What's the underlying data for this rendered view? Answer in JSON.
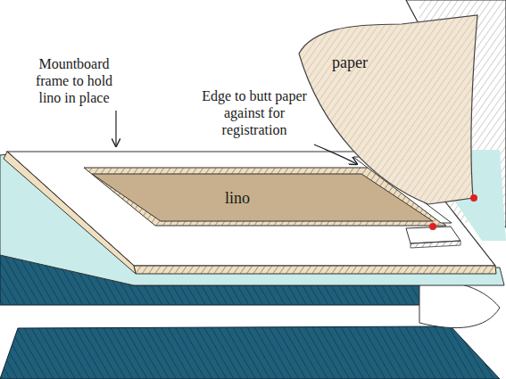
{
  "diagram": {
    "nodes": [
      {
        "text": [
          "paper"
        ]
      },
      {
        "text": [
          "lino"
        ]
      }
    ],
    "labels": [
      "Mountboard frame to hold lino in place",
      "Edge to butt paper against for registration"
    ]
  }
}
